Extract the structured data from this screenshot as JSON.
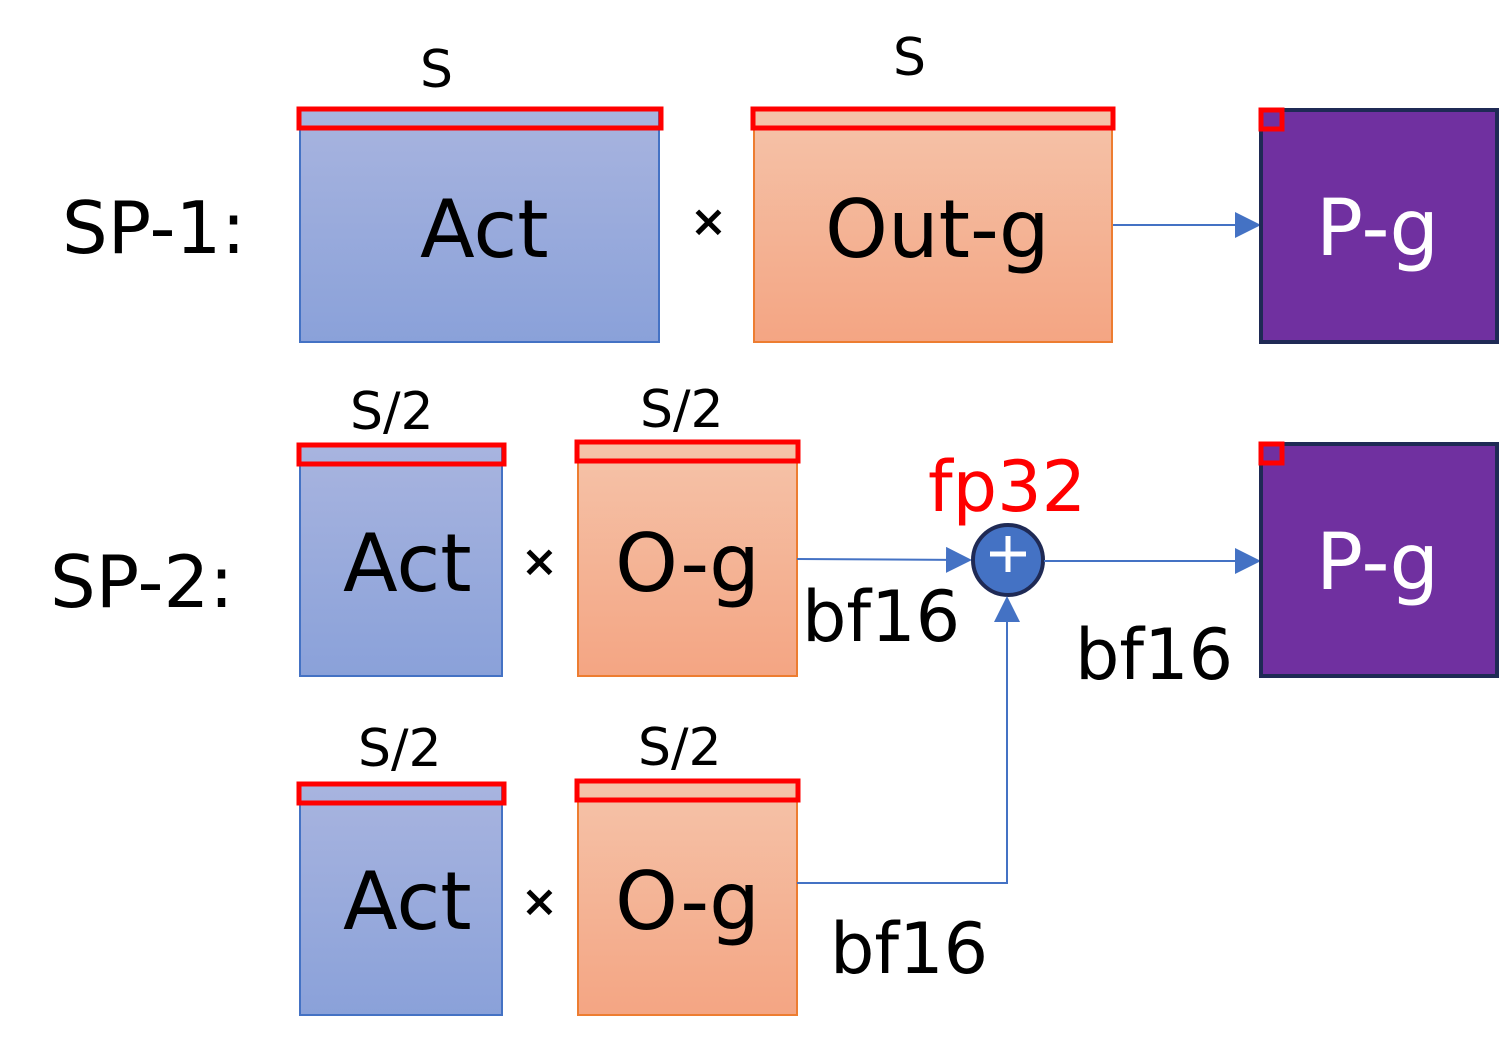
{
  "rows": {
    "sp1_label": "SP-1:",
    "sp2_label": "SP-2:"
  },
  "sp1": {
    "act_dim": "S",
    "out_dim": "S",
    "act_label": "Act",
    "multiply": "×",
    "out_label": "Out-g",
    "result_label": "P-g"
  },
  "sp2_top": {
    "act_dim": "S/2",
    "og_dim": "S/2",
    "act_label": "Act",
    "multiply": "×",
    "og_label": "O-g",
    "edge_dtype": "bf16"
  },
  "sp2_bottom": {
    "act_dim": "S/2",
    "og_dim": "S/2",
    "act_label": "Act",
    "multiply": "×",
    "og_label": "O-g",
    "edge_dtype": "bf16"
  },
  "sum": {
    "precision": "fp32",
    "symbol": "+",
    "output_dtype": "bf16",
    "result_label": "P-g"
  },
  "colors": {
    "act_fill_top": "#a8b4df",
    "act_fill_bottom": "#8aa1d9",
    "og_fill_top": "#f5c3a9",
    "og_fill_bottom": "#f4a583",
    "pg_fill": "#7030a0",
    "highlight": "#ff0000",
    "arrow": "#4472c4",
    "sum_node": "#4472c4"
  }
}
